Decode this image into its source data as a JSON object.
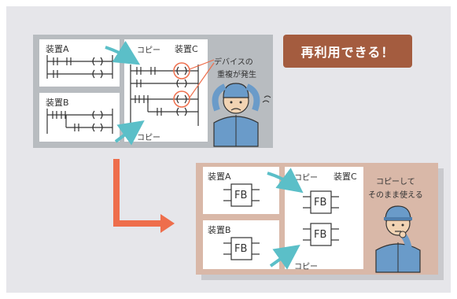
{
  "badge": {
    "text": "再利用できる！"
  },
  "top_panel": {
    "device_a": "装置A",
    "device_b": "装置B",
    "device_c": "装置C",
    "copy_1": "コピー",
    "copy_2": "コピー",
    "warning_line1": "デバイスの",
    "warning_line2": "重複が発生"
  },
  "bottom_panel": {
    "device_a": "装置A",
    "device_b": "装置B",
    "device_c": "装置C",
    "copy_1": "コピー",
    "copy_2": "コピー",
    "note_line1": "コピーして",
    "note_line2": "そのまま使える",
    "fb_label": "FB"
  },
  "colors": {
    "gray_panel": "#b8bcc0",
    "tan_panel": "#d9b8a8",
    "badge": "#a45c3f",
    "orange_arrow": "#ee6e4c",
    "teal_arrow": "#5bbfc8",
    "background": "#e6e6ea"
  }
}
